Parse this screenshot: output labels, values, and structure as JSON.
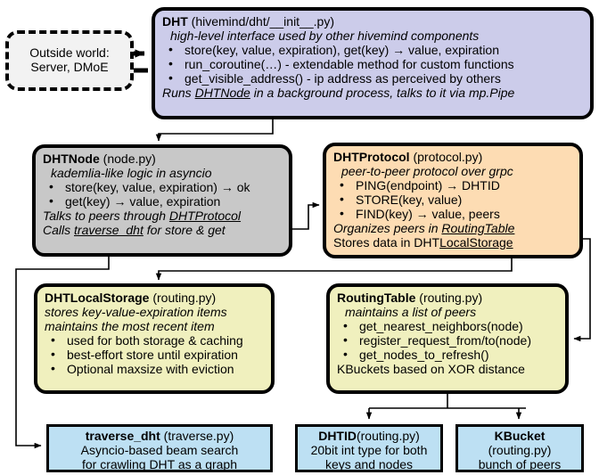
{
  "diagram": {
    "title": "hivemind DHT architecture diagram",
    "colors": {
      "dht_fill": "#ccccea",
      "dhtnode_fill": "#c8c8c8",
      "dhtprotocol_fill": "#fddcb3",
      "storage_fill": "#f0f0be",
      "leaf_fill": "#bde0f3",
      "outside_fill": "#f2f2f2",
      "stroke": "#000000"
    },
    "nodes": {
      "outside_world": {
        "line1": "Outside world:",
        "line2": "Server, DMoE"
      },
      "dht": {
        "name": "DHT",
        "file": "(hivemind/dht/__init__.py)",
        "subtitle": "high-level interface used by other hivemind components",
        "bullets": [
          "store(key, value, expiration), get(key) → value, expiration",
          "run_coroutine(…) - extendable method for custom functions",
          "get_visible_address() - ip address as perceived by others"
        ],
        "footer_pre": "Runs ",
        "footer_link": "DHTNode",
        "footer_post": " in a background process, talks to it via mp.Pipe"
      },
      "dhtnode": {
        "name": "DHTNode",
        "file": "(node.py)",
        "subtitle": "kademlia-like logic in asyncio",
        "bullets": [
          "store(key, value, expiration) → ok",
          "get(key) → value, expiration"
        ],
        "footer1_pre": "Talks to peers through ",
        "footer1_link": "DHTProtocol",
        "footer2_pre": "Calls ",
        "footer2_link": "traverse_dht",
        "footer2_post": " for store & get"
      },
      "dhtprotocol": {
        "name": "DHTProtocol",
        "file": "(protocol.py)",
        "subtitle": "peer-to-peer protocol over grpc",
        "bullets": [
          "PING(endpoint) → DHTID",
          "STORE(key, value)",
          "FIND(key) → value, peers"
        ],
        "footer1_pre": "Organizes peers in ",
        "footer1_link": "RoutingTable",
        "footer2_pre": "Stores data in DHT",
        "footer2_link": "LocalStorage"
      },
      "dhtlocalstorage": {
        "name": "DHTLocalStorage",
        "file": "(routing.py)",
        "subtitle1": "stores key-value-expiration items",
        "subtitle2": "maintains the most recent item",
        "bullets": [
          "used for both storage & caching",
          "best-effort store until expiration",
          "Optional maxsize with eviction"
        ]
      },
      "routingtable": {
        "name": "RoutingTable",
        "file": "(routing.py)",
        "subtitle": "maintains a list of peers",
        "bullets": [
          "get_nearest_neighbors(node)",
          "register_request_from/to(node)",
          "get_nodes_to_refresh()"
        ],
        "footer": "KBuckets based on XOR distance"
      },
      "traverse_dht": {
        "name": "traverse_dht",
        "file": "(traverse.py)",
        "line2": "Asyncio-based beam search",
        "line3": "for crawling DHT as a graph"
      },
      "dhtid": {
        "name": "DHTID",
        "file": "(routing.py)",
        "line2": "20bit int type for both",
        "line3": "keys and nodes"
      },
      "kbucket": {
        "name": "KBucket",
        "file": "(routing.py)",
        "line2": "bunch of peers"
      }
    },
    "edges": [
      {
        "from": "outside_world",
        "to": "dht",
        "style": "thick-arrow-right"
      },
      {
        "from": "dht",
        "to": "outside_world",
        "style": "thick-arrow-left"
      },
      {
        "from": "dht",
        "to": "dhtnode",
        "style": "elbow-arrow"
      },
      {
        "from": "dhtnode",
        "to": "dhtprotocol",
        "style": "elbow-arrow"
      },
      {
        "from": "dhtnode",
        "to": "traverse_dht",
        "style": "elbow-arrow"
      },
      {
        "from": "dhtprotocol",
        "to": "dhtlocalstorage",
        "style": "elbow-arrow"
      },
      {
        "from": "dhtprotocol",
        "to": "routingtable",
        "style": "elbow-arrow"
      },
      {
        "from": "routingtable",
        "to": "dhtid",
        "style": "fork-arrow"
      },
      {
        "from": "routingtable",
        "to": "kbucket",
        "style": "fork-arrow"
      }
    ]
  }
}
